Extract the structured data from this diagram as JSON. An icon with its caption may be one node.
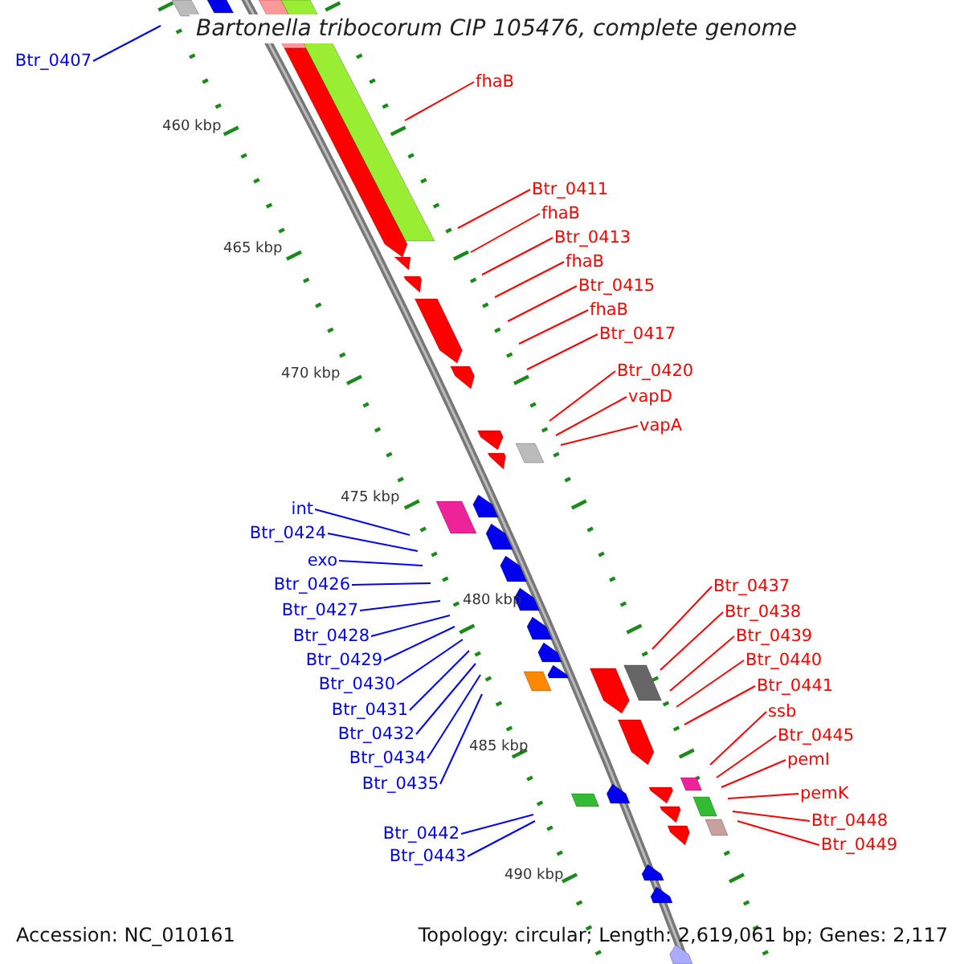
{
  "diagram": {
    "title": "Bartonella tribocorum CIP 105476, complete genome",
    "nodes": [
      {
        "text": [
          "Btr_0407"
        ]
      },
      {
        "text": [
          "fhaB"
        ]
      },
      {
        "text": [
          "Btr_0411"
        ]
      },
      {
        "text": [
          "fhaB"
        ]
      },
      {
        "text": [
          "Btr_0413"
        ]
      },
      {
        "text": [
          "fhaB"
        ]
      },
      {
        "text": [
          "Btr_0415"
        ]
      },
      {
        "text": [
          "fhaB"
        ]
      },
      {
        "text": [
          "Btr_0417"
        ]
      },
      {
        "text": [
          "Btr_0420"
        ]
      },
      {
        "text": [
          "vapD"
        ]
      },
      {
        "text": [
          "vapA"
        ]
      },
      {
        "text": [
          "int"
        ]
      },
      {
        "text": [
          "Btr_0424"
        ]
      },
      {
        "text": [
          "exo"
        ]
      },
      {
        "text": [
          "Btr_0426"
        ]
      },
      {
        "text": [
          "Btr_0427"
        ]
      },
      {
        "text": [
          "Btr_0428"
        ]
      },
      {
        "text": [
          "Btr_0429"
        ]
      },
      {
        "text": [
          "Btr_0430"
        ]
      },
      {
        "text": [
          "Btr_0431"
        ]
      },
      {
        "text": [
          "Btr_0432"
        ]
      },
      {
        "text": [
          "Btr_0434"
        ]
      },
      {
        "text": [
          "Btr_0435"
        ]
      },
      {
        "text": [
          "Btr_0437"
        ]
      },
      {
        "text": [
          "Btr_0438"
        ]
      },
      {
        "text": [
          "Btr_0439"
        ]
      },
      {
        "text": [
          "Btr_0440"
        ]
      },
      {
        "text": [
          "Btr_0441"
        ]
      },
      {
        "text": [
          "ssb"
        ]
      },
      {
        "text": [
          "Btr_0445"
        ]
      },
      {
        "text": [
          "pemI"
        ]
      },
      {
        "text": [
          "pemK"
        ]
      },
      {
        "text": [
          "Btr_0448"
        ]
      },
      {
        "text": [
          "Btr_0449"
        ]
      },
      {
        "text": [
          "Btr_0442"
        ]
      },
      {
        "text": [
          "Btr_0443"
        ]
      }
    ],
    "edges": [
      {
        "from": 0,
        "to": null,
        "arrow": "none",
        "color": "#0000ff"
      },
      {
        "from": 1,
        "to": null,
        "arrow": "none"
      },
      {
        "from": 2,
        "to": null,
        "arrow": "none"
      },
      {
        "from": 3,
        "to": null,
        "arrow": "none"
      },
      {
        "from": 4,
        "to": null,
        "arrow": "none"
      },
      {
        "from": 5,
        "to": null,
        "arrow": "none"
      },
      {
        "from": 6,
        "to": null,
        "arrow": "none"
      },
      {
        "from": 7,
        "to": null,
        "arrow": "none"
      },
      {
        "from": 8,
        "to": null,
        "arrow": "none"
      },
      {
        "from": 9,
        "to": null,
        "arrow": "none"
      },
      {
        "from": 10,
        "to": null,
        "arrow": "none"
      },
      {
        "from": 11,
        "to": null,
        "arrow": "none"
      },
      {
        "from": 12,
        "to": null,
        "arrow": "none",
        "color": "#0000ff"
      },
      {
        "from": 13,
        "to": null,
        "arrow": "none",
        "color": "#0000ff"
      },
      {
        "from": 14,
        "to": null,
        "arrow": "none",
        "color": "#0000ff"
      },
      {
        "from": 15,
        "to": null,
        "arrow": "none",
        "color": "#0000ff"
      },
      {
        "from": 16,
        "to": null,
        "arrow": "none",
        "color": "#0000ff"
      },
      {
        "from": 17,
        "to": null,
        "arrow": "none",
        "color": "#0000ff"
      },
      {
        "from": 18,
        "to": null,
        "arrow": "none",
        "color": "#0000ff"
      },
      {
        "from": 19,
        "to": null,
        "arrow": "none",
        "color": "#0000ff"
      },
      {
        "from": 20,
        "to": null,
        "arrow": "none",
        "color": "#0000ff"
      },
      {
        "from": 21,
        "to": null,
        "arrow": "none",
        "color": "#0000ff"
      },
      {
        "from": 22,
        "to": null,
        "arrow": "none",
        "color": "#0000ff"
      },
      {
        "from": 23,
        "to": null,
        "arrow": "none",
        "color": "#0000ff"
      },
      {
        "from": 24,
        "to": null,
        "arrow": "none"
      },
      {
        "from": 25,
        "to": null,
        "arrow": "none"
      },
      {
        "from": 26,
        "to": null,
        "arrow": "none"
      },
      {
        "from": 27,
        "to": null,
        "arrow": "none"
      },
      {
        "from": 28,
        "to": null,
        "arrow": "none"
      },
      {
        "from": 29,
        "to": null,
        "arrow": "none"
      },
      {
        "from": 30,
        "to": null,
        "arrow": "none"
      },
      {
        "from": 31,
        "to": null,
        "arrow": "none"
      },
      {
        "from": 32,
        "to": null,
        "arrow": "none"
      },
      {
        "from": 33,
        "to": null,
        "arrow": "none"
      },
      {
        "from": 34,
        "to": null,
        "arrow": "none"
      },
      {
        "from": 35,
        "to": null,
        "arrow": "none",
        "color": "#0000ff"
      },
      {
        "from": 36,
        "to": null,
        "arrow": "none",
        "color": "#0000ff"
      }
    ],
    "labels": [
      "460 kbp",
      "465 kbp",
      "470 kbp",
      "475 kbp",
      "480 kbp",
      "485 kbp",
      "490 kbp",
      "Accession: NC_010161",
      "Topology: circular; Length: 2,619,061 bp; Genes: 2,117"
    ]
  }
}
